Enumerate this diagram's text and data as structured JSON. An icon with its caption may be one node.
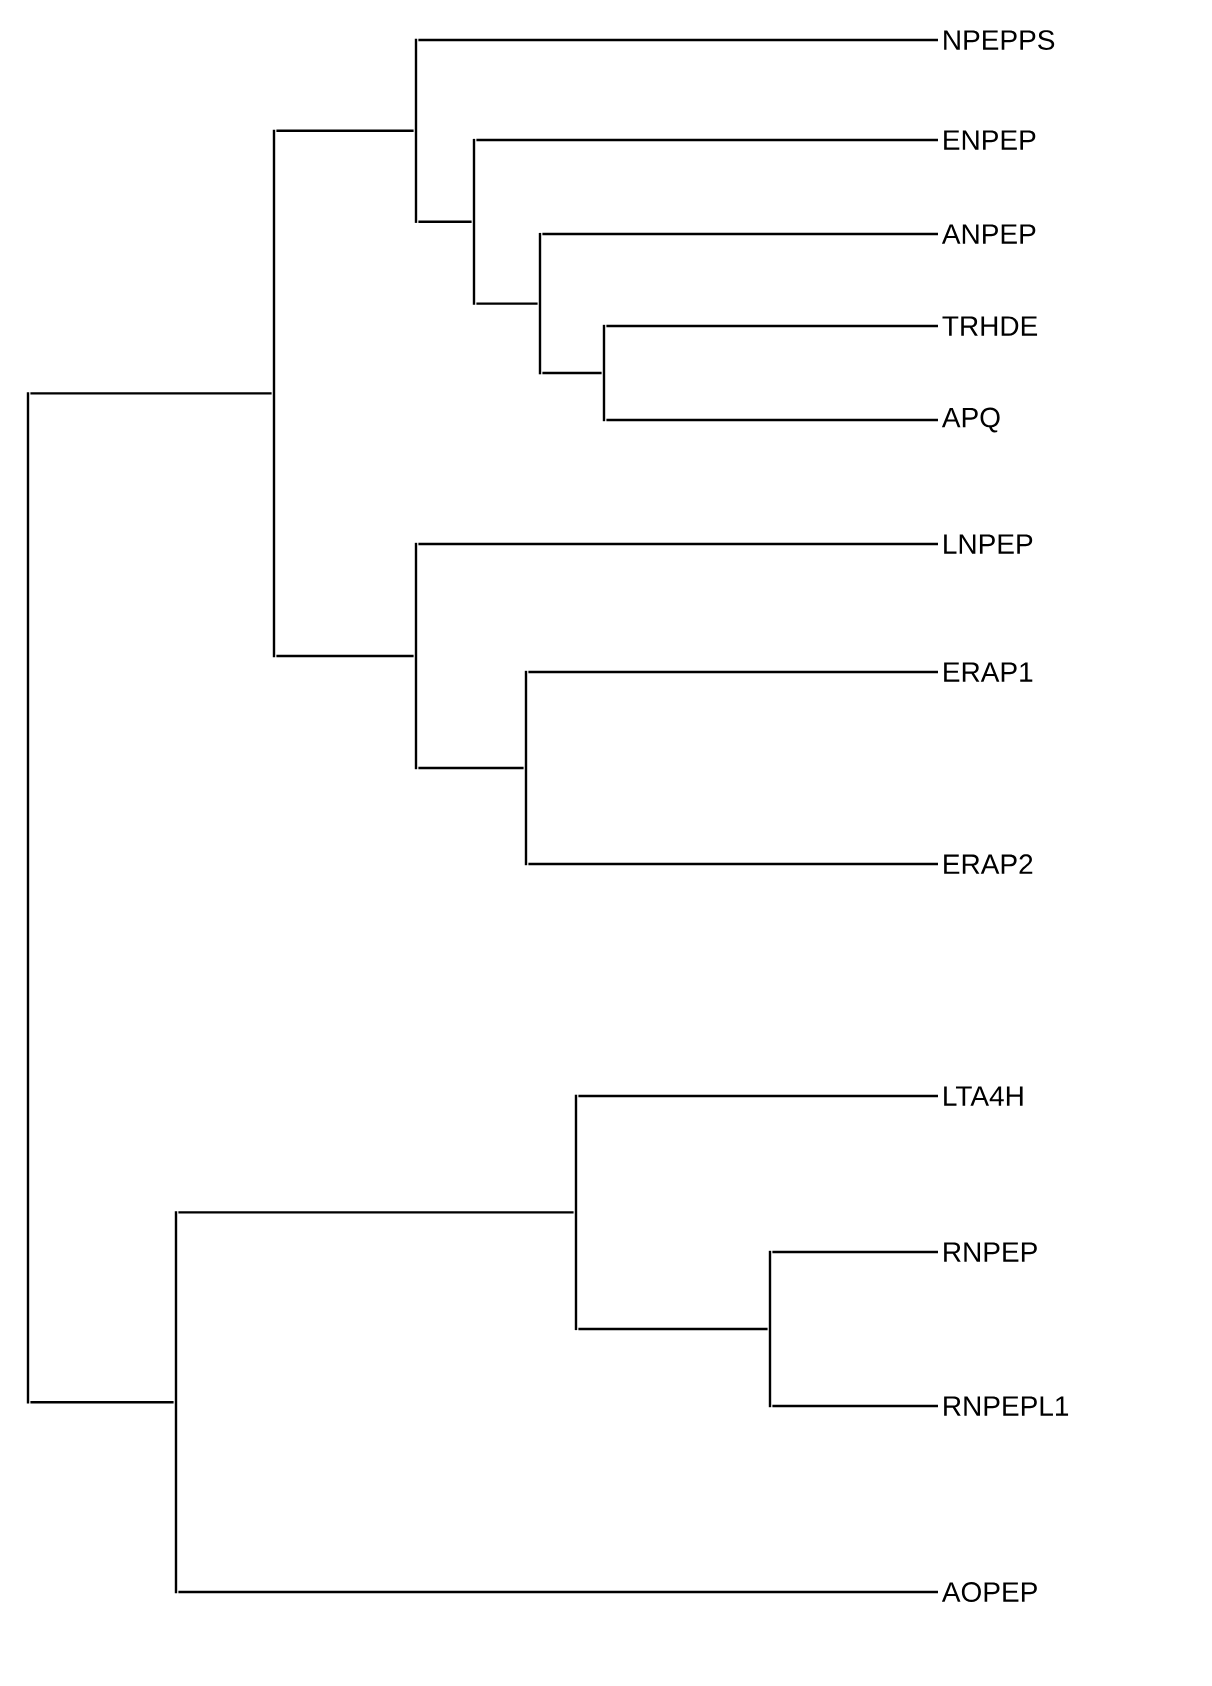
{
  "diagram": {
    "nodes": [
      {
        "text": [],
        "shape": "bar"
      },
      {
        "text": [],
        "shape": "bar"
      },
      {
        "text": [],
        "shape": "bar"
      },
      {
        "text": [
          "NPEPPS"
        ]
      },
      {
        "text": [],
        "shape": "bar"
      },
      {
        "text": [
          "ENPEP"
        ]
      },
      {
        "text": [],
        "shape": "bar"
      },
      {
        "text": [
          "ANPEP"
        ]
      },
      {
        "text": [],
        "shape": "bar"
      },
      {
        "text": [
          "TRHDE"
        ]
      },
      {
        "text": [
          "APQ"
        ]
      },
      {
        "text": [],
        "shape": "bar"
      },
      {
        "text": [
          "LNPEP"
        ]
      },
      {
        "text": [],
        "shape": "bar"
      },
      {
        "text": [
          "ERAP1"
        ]
      },
      {
        "text": [
          "ERAP2"
        ]
      },
      {
        "text": [],
        "shape": "bar"
      },
      {
        "text": [],
        "shape": "bar"
      },
      {
        "text": [
          "LTA4H"
        ]
      },
      {
        "text": [],
        "shape": "bar"
      },
      {
        "text": [
          "RNPEP"
        ]
      },
      {
        "text": [
          "RNPEPL1"
        ]
      },
      {
        "text": [
          "AOPEP"
        ]
      }
    ],
    "edges": [
      {
        "from": 0,
        "to": 1,
        "arrow": "none"
      },
      {
        "from": 1,
        "to": 2,
        "arrow": "none"
      },
      {
        "from": 2,
        "to": 3,
        "arrow": "none"
      },
      {
        "from": 2,
        "to": 4,
        "arrow": "none"
      },
      {
        "from": 4,
        "to": 5,
        "arrow": "none"
      },
      {
        "from": 4,
        "to": 6,
        "arrow": "none"
      },
      {
        "from": 6,
        "to": 7,
        "arrow": "none"
      },
      {
        "from": 6,
        "to": 8,
        "arrow": "none"
      },
      {
        "from": 8,
        "to": 9,
        "arrow": "none"
      },
      {
        "from": 8,
        "to": 10,
        "arrow": "none"
      },
      {
        "from": 1,
        "to": 11,
        "arrow": "none"
      },
      {
        "from": 11,
        "to": 12,
        "arrow": "none"
      },
      {
        "from": 11,
        "to": 13,
        "arrow": "none"
      },
      {
        "from": 13,
        "to": 14,
        "arrow": "none"
      },
      {
        "from": 13,
        "to": 15,
        "arrow": "none"
      },
      {
        "from": 0,
        "to": 16,
        "arrow": "none"
      },
      {
        "from": 16,
        "to": 17,
        "arrow": "none"
      },
      {
        "from": 17,
        "to": 18,
        "arrow": "none"
      },
      {
        "from": 17,
        "to": 19,
        "arrow": "none"
      },
      {
        "from": 19,
        "to": 20,
        "arrow": "none"
      },
      {
        "from": 19,
        "to": 21,
        "arrow": "none"
      },
      {
        "from": 16,
        "to": 22,
        "arrow": "none"
      }
    ]
  }
}
